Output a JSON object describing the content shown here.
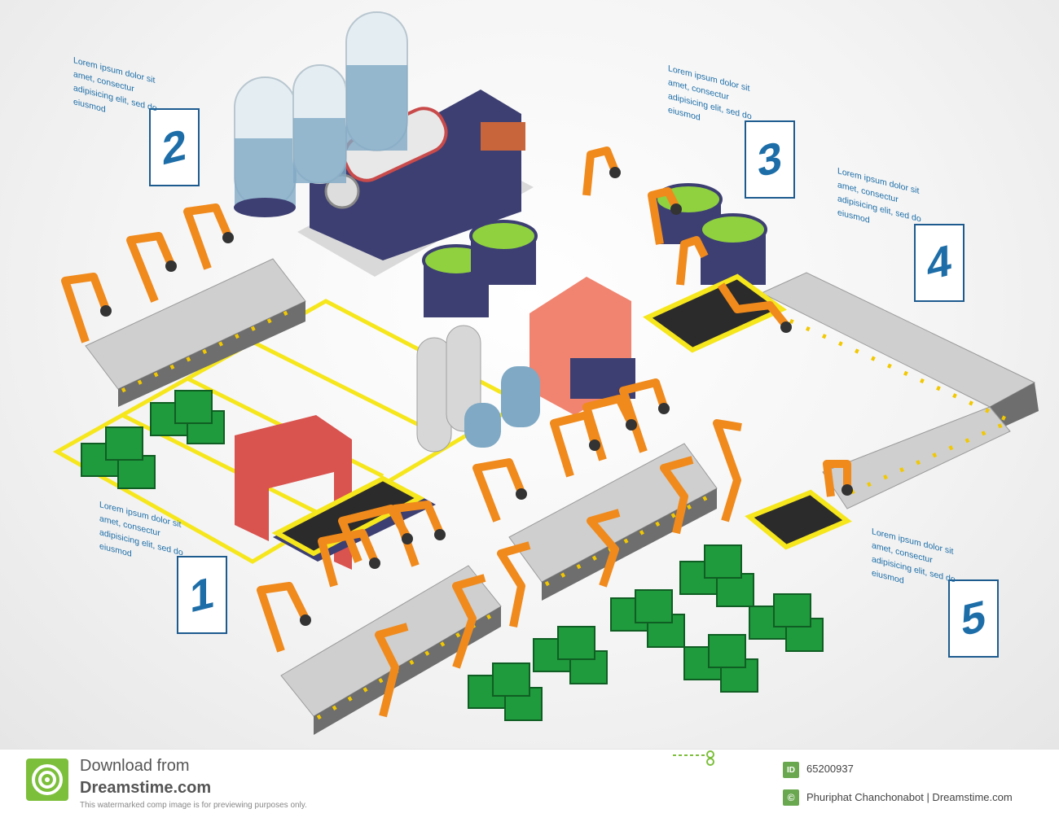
{
  "steps": [
    {
      "number": "1",
      "text": "Lorem ipsum dolor sit amet, consectur adipisicing elit, sed do eiusmod"
    },
    {
      "number": "2",
      "text": "Lorem ipsum dolor sit amet, consectur adipisicing elit, sed do eiusmod"
    },
    {
      "number": "3",
      "text": "Lorem ipsum dolor sit amet, consectur adipisicing elit, sed do eiusmod"
    },
    {
      "number": "4",
      "text": "Lorem ipsum dolor sit amet, consectur adipisicing elit, sed do eiusmod"
    },
    {
      "number": "5",
      "text": "Lorem ipsum dolor sit amet, consectur adipisicing elit, sed do eiusmod"
    }
  ],
  "footer": {
    "download_label": "Download from",
    "site_name": "Dreamstime.com",
    "notice": "This watermarked comp image is for previewing purposes only.",
    "id_badge": "ID",
    "image_id": "65200937",
    "copyright_badge": "©",
    "credit": "Phuriphat Chanchonabot | Dreamstime.com"
  },
  "colors": {
    "accent_blue": "#1d6ea8",
    "robot_orange": "#f08a1c",
    "box_green": "#1f9a3c",
    "floor_yellow": "#f6e61c",
    "machine_navy": "#3d3f72"
  }
}
